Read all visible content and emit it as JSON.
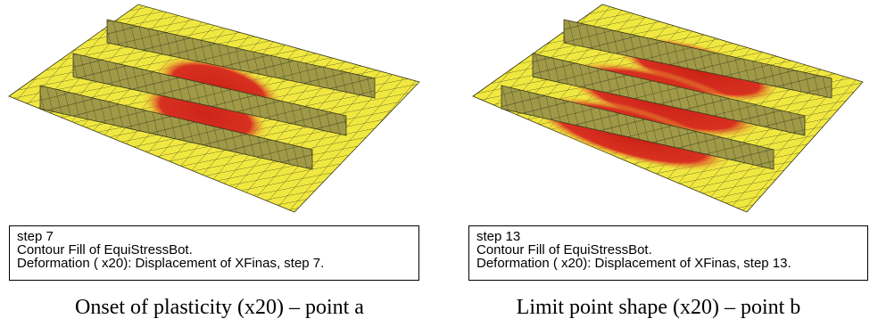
{
  "panels": [
    {
      "info": {
        "line1": "step 7",
        "line2": "Contour Fill of EquiStressBot.",
        "line3": "Deformation ( x20): Displacement of XFinas, step 7."
      },
      "caption": "Onset of plasticity (x20) – point a"
    },
    {
      "info": {
        "line1": "step 13",
        "line2": "Contour Fill of EquiStressBot.",
        "line3": "Deformation ( x20): Displacement of XFinas, step 13."
      },
      "caption": "Limit point shape (x20) – point b"
    }
  ],
  "colors": {
    "plate": "#f0e840",
    "stiffener": "#a09a48",
    "mesh": "#3a3a1a",
    "stress_high": "#cc2418",
    "stress_mid": "#e06020"
  }
}
